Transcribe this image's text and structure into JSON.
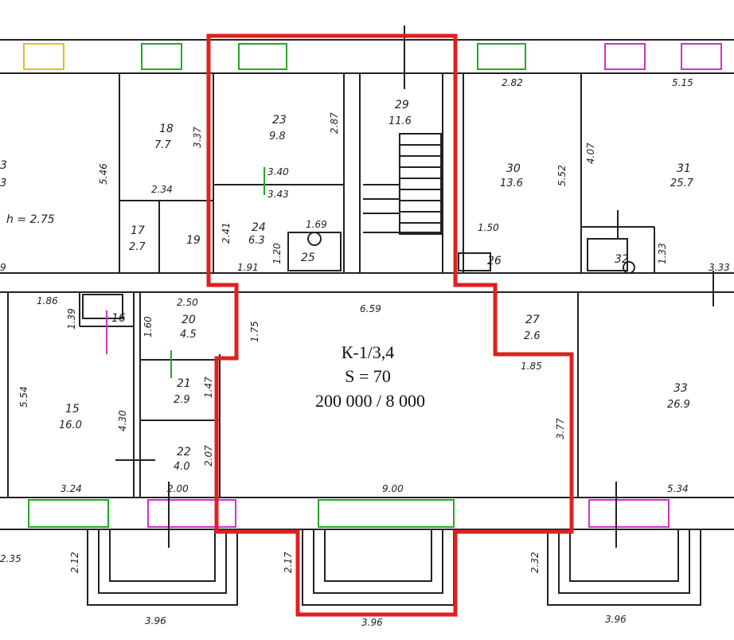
{
  "rooms": {
    "r18": {
      "num": "18",
      "area": "7.7"
    },
    "r17": {
      "num": "17",
      "area": "2.7"
    },
    "r19": {
      "num": "19"
    },
    "r23": {
      "num": "23",
      "area": "9.8"
    },
    "r24": {
      "num": "24",
      "area": "6.3"
    },
    "r25": {
      "num": "25"
    },
    "r29": {
      "num": "29",
      "area": "11.6"
    },
    "r30": {
      "num": "30",
      "area": "13.6"
    },
    "r31": {
      "num": "31",
      "area": "25.7"
    },
    "r26": {
      "num": "26"
    },
    "r32": {
      "num": "32"
    },
    "r16": {
      "num": "16"
    },
    "r20": {
      "num": "20",
      "area": "4.5"
    },
    "r15": {
      "num": "15",
      "area": "16.0"
    },
    "r21": {
      "num": "21",
      "area": "2.9"
    },
    "r22": {
      "num": "22",
      "area": "4.0"
    },
    "r27": {
      "num": "27",
      "area": "2.6"
    },
    "r33": {
      "num": "33",
      "area": "26.9"
    },
    "r_left_num": {
      "num": "3"
    },
    "r_left_area": {
      "area": "3"
    }
  },
  "labels": {
    "height": "h = 2.75",
    "left_edge": "9"
  },
  "dimensions": {
    "d282": "2.82",
    "d515": "5.15",
    "d337": "3.37",
    "d546": "5.46",
    "d234": "2.34",
    "d287": "2.87",
    "d340": "3.40",
    "d343": "3.43",
    "d241": "2.41",
    "d169": "1.69",
    "d120": "1.20",
    "d191": "1.91",
    "d552": "5.52",
    "d407": "4.07",
    "d150": "1.50",
    "d133": "1.33",
    "d333": "3.33",
    "d186": "1.86",
    "d139": "1.39",
    "d250": "2.50",
    "d160": "1.60",
    "d175": "1.75",
    "d659": "6.59",
    "d554": "5.54",
    "d430": "4.30",
    "d147": "1.47",
    "d207": "2.07",
    "d185": "1.85",
    "d377": "3.77",
    "d324": "3.24",
    "d200": "2.00",
    "d900": "9.00",
    "d534": "5.34",
    "d235": "2.35",
    "d212": "2.12",
    "d217": "2.17",
    "d232": "2.32",
    "d396a": "3.96",
    "d396b": "3.96",
    "d396c": "3.96"
  },
  "info": {
    "code": "К-1/3,4",
    "area": "S = 70",
    "price": "200 000 / 8 000"
  },
  "colors": {
    "highlight": "#e02020",
    "walls": "#222222",
    "accent_green": "#22aa22",
    "accent_magenta": "#cc33cc",
    "accent_yellow": "#e0c020"
  }
}
